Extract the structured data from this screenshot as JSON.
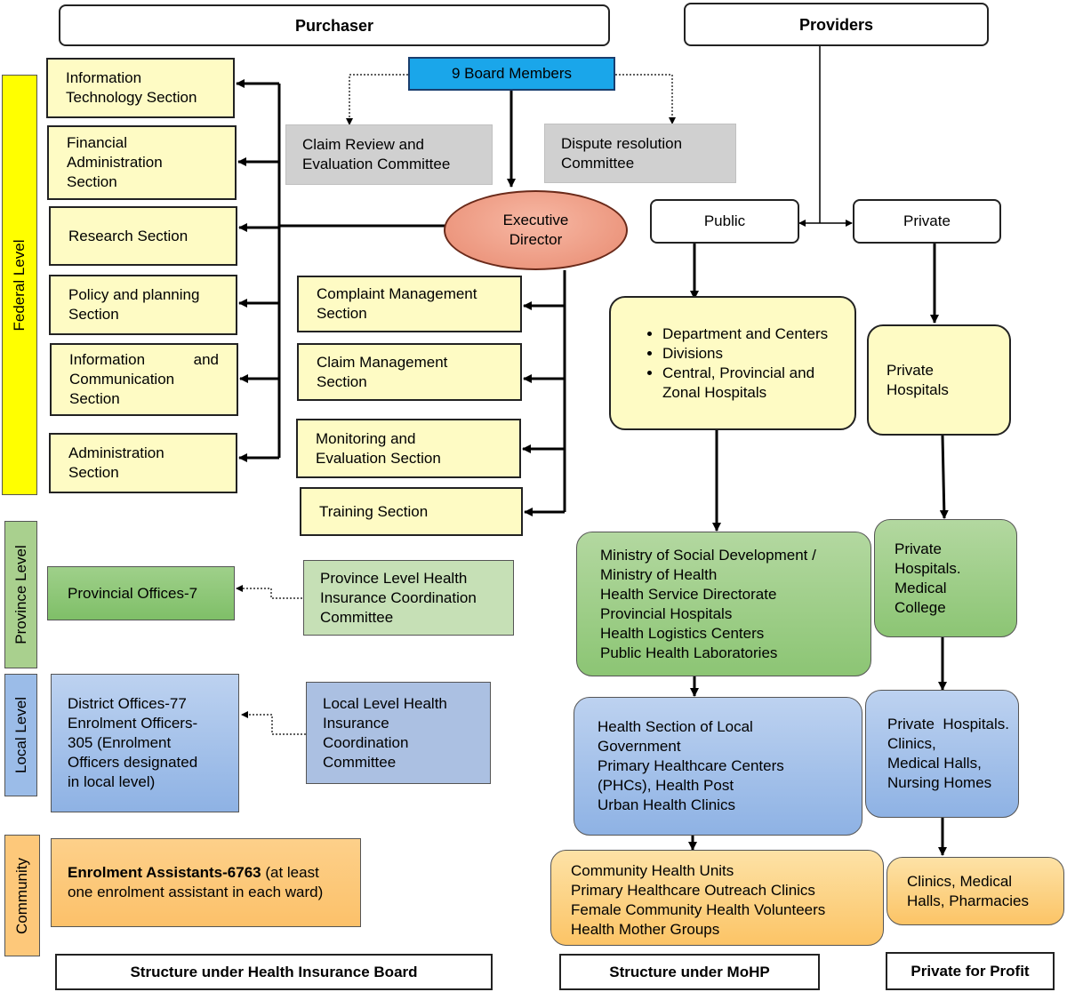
{
  "headers": {
    "purchaser": "Purchaser",
    "providers": "Providers"
  },
  "board": {
    "members": "9 Board Members",
    "claim_review": [
      "Claim Review and",
      "Evaluation Committee"
    ],
    "dispute": [
      "Dispute resolution",
      "Committee"
    ],
    "executive": [
      "Executive",
      "Director"
    ]
  },
  "levels": {
    "federal": "Federal Level",
    "province": "Province Level",
    "local": "Local Level",
    "community": "Community"
  },
  "left_sections": {
    "it": [
      "Information",
      "Technology Section"
    ],
    "financial": [
      "Financial",
      "Administration",
      "Section"
    ],
    "research": "Research Section",
    "policy": [
      "Policy and planning",
      "Section"
    ],
    "ict": [
      "Information",
      "and",
      "Communication",
      "Section"
    ],
    "admin": [
      "Administration",
      "Section"
    ]
  },
  "right_sections": {
    "complaint": [
      "Complaint Management",
      "Section"
    ],
    "claim": [
      "Claim Management",
      "Section"
    ],
    "monitoring": [
      "Monitoring and",
      "Evaluation Section"
    ],
    "training": "Training Section"
  },
  "province": {
    "offices": "Provincial Offices-7",
    "committee": [
      "Province Level Health",
      "Insurance Coordination",
      "Committee"
    ]
  },
  "local": {
    "offices": [
      "District Offices-77",
      "Enrolment Officers-",
      "305 (Enrolment",
      "Officers designated",
      "in local level)"
    ],
    "committee": [
      "Local Level Health",
      "Insurance",
      "Coordination",
      "Committee"
    ]
  },
  "community": {
    "assistants_bold": "Enrolment Assistants-6763",
    "assistants_rest": " (at least one enrolment assistant in each ward)"
  },
  "providers": {
    "public": "Public",
    "private": "Private",
    "public_list": [
      "Department and Centers",
      "Divisions",
      "Central, Provincial and Zonal Hospitals"
    ],
    "private_hospitals": [
      "Private",
      "Hospitals"
    ],
    "ministry": [
      "Ministry of Social Development /",
      "Ministry of Health",
      "Health Service Directorate",
      "Provincial Hospitals",
      "Health Logistics Centers",
      "Public Health Laboratories"
    ],
    "private_medical": [
      "Private",
      "Hospitals.",
      "Medical",
      "College"
    ],
    "local_gov": [
      "Health Section of Local",
      "Government",
      "Primary Healthcare Centers",
      "(PHCs), Health Post",
      "Urban Health Clinics"
    ],
    "private_clinics": [
      "Private  Hospitals.",
      "Clinics,",
      "Medical Halls,",
      "Nursing Homes"
    ],
    "community_units": [
      "Community Health Units",
      "Primary Healthcare Outreach Clinics",
      "Female Community Health Volunteers",
      "Health Mother Groups"
    ],
    "pharmacies": [
      "Clinics, Medical",
      "Halls, Pharmacies"
    ]
  },
  "footers": {
    "hib": "Structure under Health Insurance Board",
    "mohp": "Structure under MoHP",
    "profit": "Private for Profit"
  },
  "colors": {
    "board_blue": "#1aa6ea",
    "section_yellow": "#fefbc4",
    "federal_yellow": "#ffff00",
    "green": "#8cc574",
    "blue": "#8eb2e4",
    "orange": "#fcc466",
    "executive": "#e88a70"
  }
}
